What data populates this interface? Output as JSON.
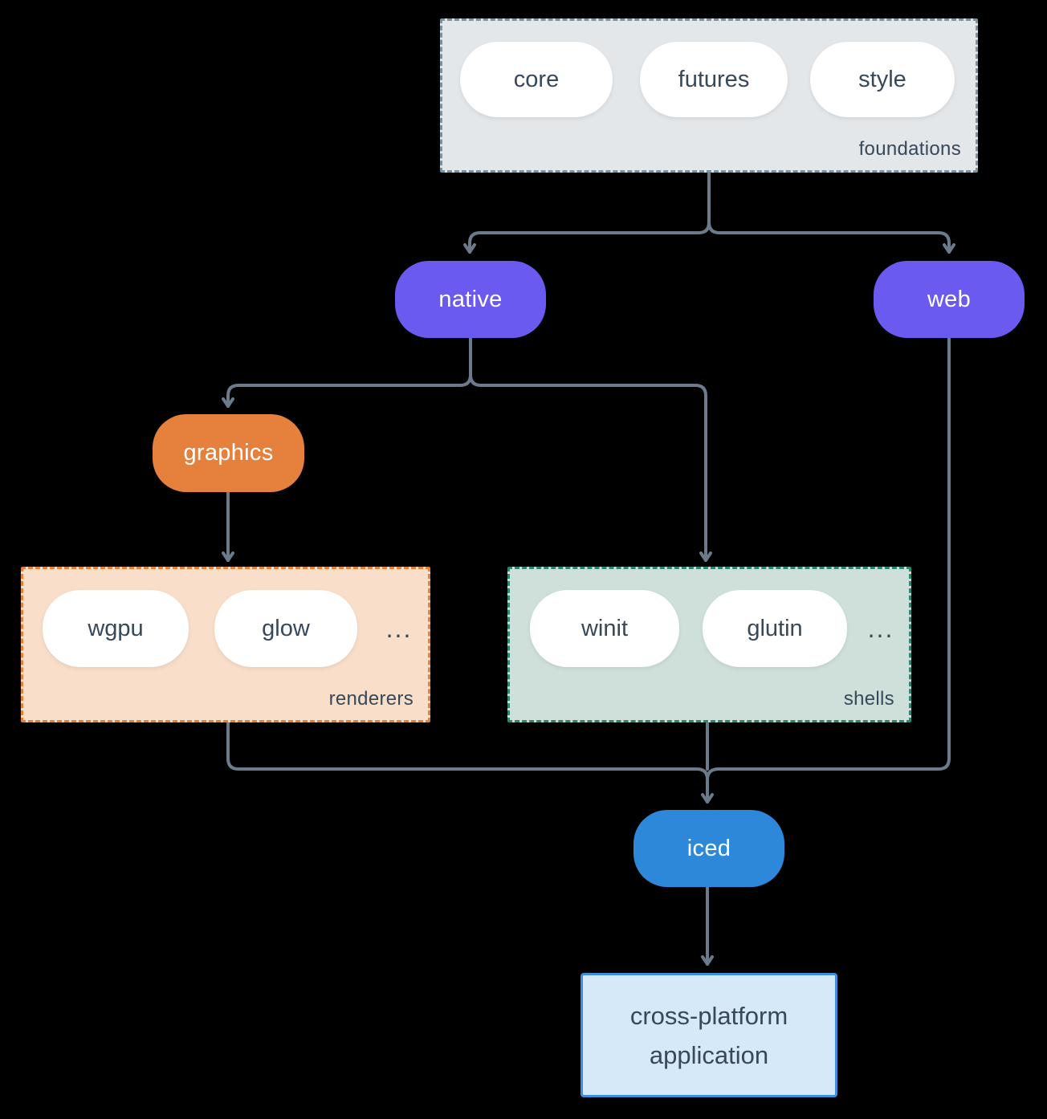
{
  "background": "#000000",
  "connector_color": "#6b7b8b",
  "text_color": "#36485a",
  "groups": {
    "foundations": {
      "label": "foundations",
      "fill": "#e3e7ea",
      "border_color": "#7e93a2",
      "items": [
        "core",
        "futures",
        "style"
      ]
    },
    "renderers": {
      "label": "renderers",
      "fill": "#f9dfca",
      "border_color": "#e5813d",
      "items": [
        "wgpu",
        "glow"
      ],
      "ellipsis": "..."
    },
    "shells": {
      "label": "shells",
      "fill": "#cfe0da",
      "border_color": "#2e8871",
      "items": [
        "winit",
        "glutin"
      ],
      "ellipsis": "..."
    }
  },
  "nodes": {
    "native": {
      "label": "native",
      "fill": "#6b5af0"
    },
    "web": {
      "label": "web",
      "fill": "#6b5af0"
    },
    "graphics": {
      "label": "graphics",
      "fill": "#e5813d"
    },
    "iced": {
      "label": "iced",
      "fill": "#2e88da"
    },
    "application": {
      "line1": "cross-platform",
      "line2": "application",
      "fill": "#d6e9f8",
      "border_color": "#3e8ede"
    }
  }
}
